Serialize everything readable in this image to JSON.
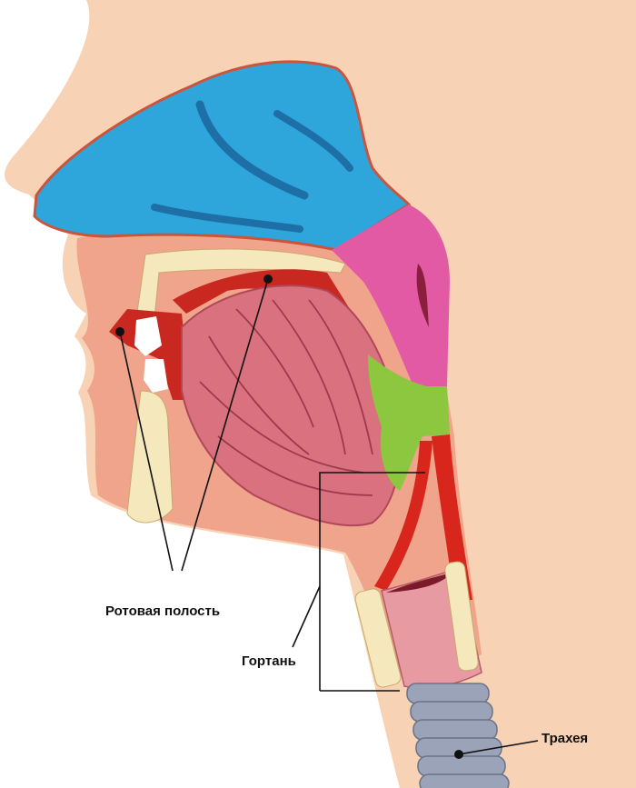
{
  "labels": {
    "oral_cavity": "Ротовая полость",
    "larynx": "Гортань",
    "trachea": "Трахея"
  },
  "colors": {
    "skin": "#f8d2b4",
    "tissue": "#f0a48c",
    "nasal_cavity": "#2ea6dc",
    "nasopharynx": "#e15aa3",
    "oropharynx": "#8dc63f",
    "tongue": "#d9727e",
    "muscle_red": "#d8261c",
    "bone": "#f6e8bd",
    "trachea": "#9aa3b8"
  }
}
